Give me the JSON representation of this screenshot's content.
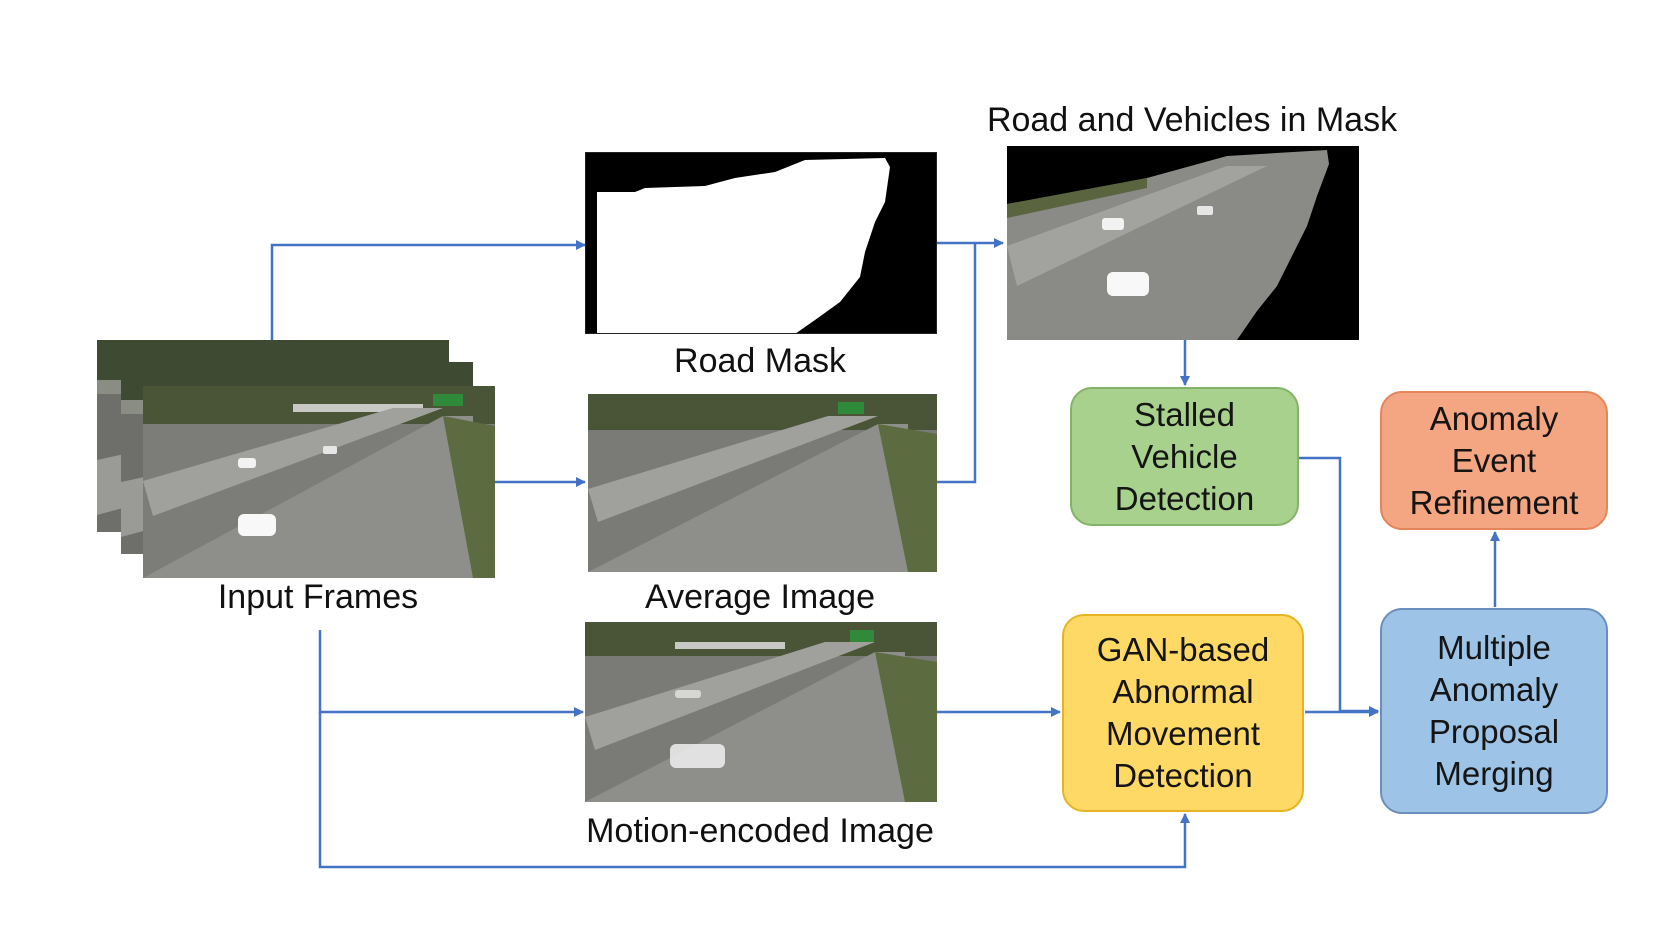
{
  "labels": {
    "input_frames": "Input Frames",
    "road_mask": "Road Mask",
    "average_image": "Average Image",
    "motion_encoded_image": "Motion-encoded Image",
    "road_and_vehicles_in_mask": "Road and Vehicles in Mask"
  },
  "boxes": {
    "stalled": [
      "Stalled",
      "Vehicle",
      "Detection"
    ],
    "anomaly_refinement": [
      "Anomaly",
      "Event",
      "Refinement"
    ],
    "gan": [
      "GAN-based",
      "Abnormal",
      "Movement",
      "Detection"
    ],
    "merging": [
      "Multiple",
      "Anomaly",
      "Proposal",
      "Merging"
    ]
  },
  "colors": {
    "arrow": "#4472c4",
    "green": "#a9d18e",
    "orange": "#f4a582",
    "yellow": "#ffd966",
    "blue": "#9dc3e6"
  }
}
